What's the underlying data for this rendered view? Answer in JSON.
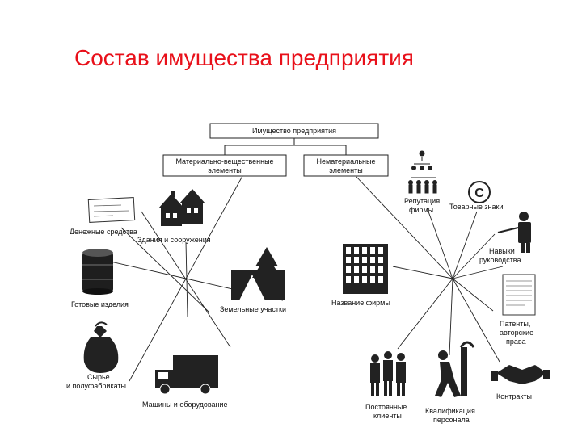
{
  "title": "Состав имущества предприятия",
  "root": "Имущество предприятия",
  "branches": {
    "material": [
      "Материально-вещественные",
      "элементы"
    ],
    "intangible": [
      "Нематериальные",
      "элементы"
    ]
  },
  "material_items": {
    "cash": "Денежные средства",
    "buildings": "Здания и сооружения",
    "finished": "Готовые изделия",
    "land": "Земельные участки",
    "raw": [
      "Сырье",
      "и полуфабрикаты"
    ],
    "machines": "Машины и оборудование"
  },
  "intangible_items": {
    "reputation": [
      "Репутация",
      "фирмы"
    ],
    "trademarks": "Товарные знаки",
    "trademark_symbol": "C",
    "skills": [
      "Навыки",
      "руководства"
    ],
    "firm_name": "Название фирмы",
    "patents": [
      "Патенты,",
      "авторские",
      "права"
    ],
    "contracts": "Контракты",
    "clients": [
      "Постоянные",
      "клиенты"
    ],
    "qualification": [
      "Квалификация",
      "персонала"
    ]
  },
  "colors": {
    "title": "#e8101a",
    "ink": "#111111"
  }
}
